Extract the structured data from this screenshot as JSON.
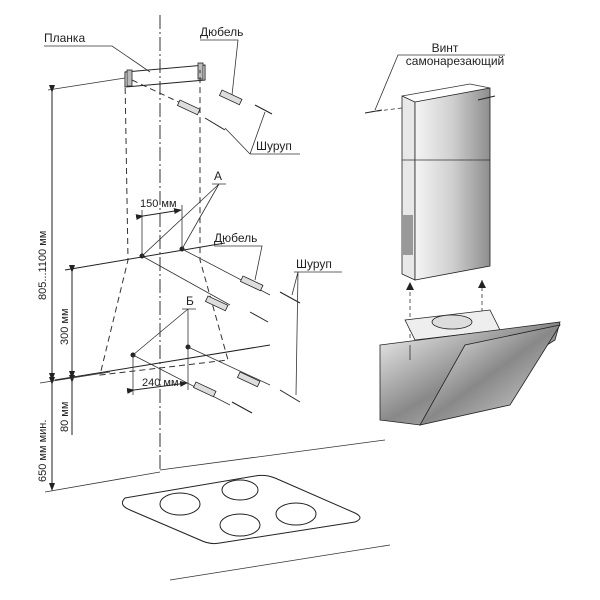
{
  "labels": {
    "bracket": "Планка",
    "dowel_top": "Дюбель",
    "screw_top": "Шуруп",
    "point_a": "А",
    "dowel_mid": "Дюбель",
    "screw_mid": "Шуруп",
    "point_b": "Б",
    "self_tapping_screw_line1": "Винт",
    "self_tapping_screw_line2": "самонарезающий"
  },
  "dimensions": {
    "width_150": "150 мм",
    "width_240": "240 мм",
    "height_805_1100": "805...1100 мм",
    "height_300": "300 мм",
    "height_80": "80 мм",
    "height_650": "650 мм мин."
  },
  "colors": {
    "line": "#222222",
    "metal_light": "#e6e6e6",
    "metal_dark": "#9a9a9a"
  }
}
